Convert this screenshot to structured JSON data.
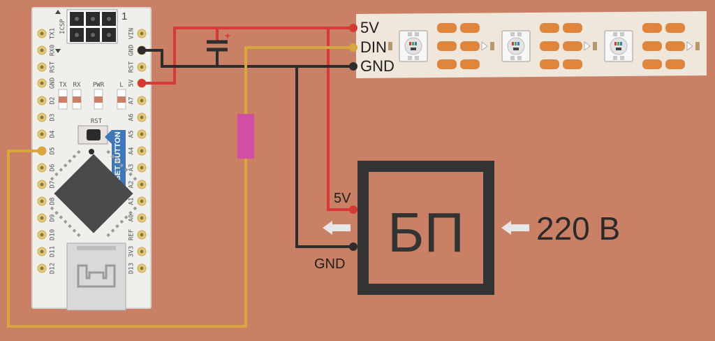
{
  "arduino": {
    "icsp_label": "ICSP",
    "icsp_pin1": "1",
    "header_left_top": [
      "TX1",
      "RX0",
      "RST",
      "GND"
    ],
    "header_left_digital": [
      "D2",
      "D3",
      "D4",
      "D5",
      "D6",
      "D7",
      "D8",
      "D9",
      "D10",
      "D11",
      "D12"
    ],
    "header_right_top": [
      "VIN",
      "GND",
      "RST",
      "5V"
    ],
    "header_right_analog": [
      "A7",
      "A6",
      "A5",
      "A4",
      "A3",
      "A2",
      "A1",
      "A0",
      "REF",
      "3V3",
      "D13"
    ],
    "leds": [
      "TX",
      "RX",
      "PWR",
      "L"
    ],
    "rst_label": "RST",
    "reset_button_label": "RESET BUTTON"
  },
  "strip": {
    "label_5v": "5V",
    "label_din": "DIN",
    "label_gnd": "GND"
  },
  "psu": {
    "title": "БП",
    "label_5v": "5V",
    "label_gnd": "GND",
    "input_label": "220 В"
  },
  "colors": {
    "background": "#c98064",
    "wire_5v": "#d63a35",
    "wire_gnd": "#2d2d2d",
    "wire_data": "#d8a63c",
    "resistor": "#d24ea2",
    "strip": "#efe6dc",
    "strip_pad": "#e0853c",
    "psu_frame": "#333333"
  }
}
